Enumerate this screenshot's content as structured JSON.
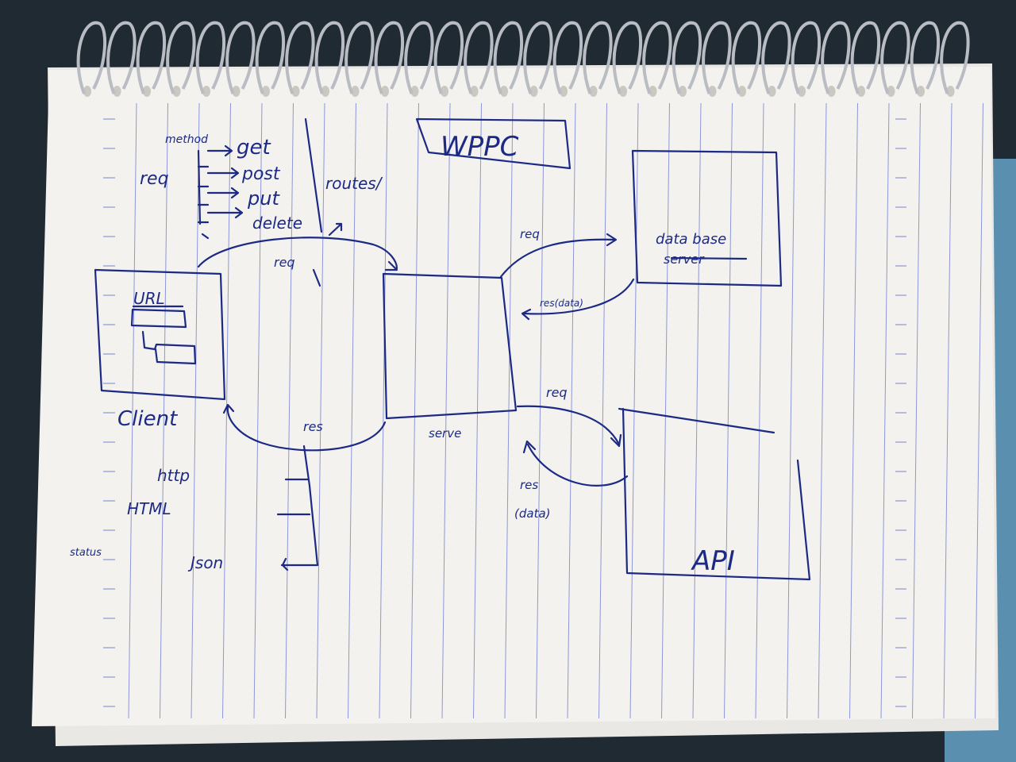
{
  "title": "WPPC",
  "labels": {
    "method": "method",
    "req": "req",
    "get": "get",
    "post": "post",
    "put": "put",
    "delete": "delete",
    "routes": "routes/",
    "url": "URL",
    "client": "Client",
    "req_top": "req",
    "res_client": "res",
    "server": "serve",
    "req_db": "req",
    "res_db": "res(data)",
    "database": "data base",
    "database_struck": "server",
    "req_api": "req",
    "res_api": "res",
    "res_api_data": "(data)",
    "api": "API",
    "http": "http",
    "html": "HTML",
    "status": "status",
    "json": "Json"
  },
  "colors": {
    "ink": "#1c2a86",
    "paper": "#f3f2ee",
    "rule": "#8d96d8",
    "background": "#1f2a33",
    "spiral": "#b9bcc2"
  }
}
